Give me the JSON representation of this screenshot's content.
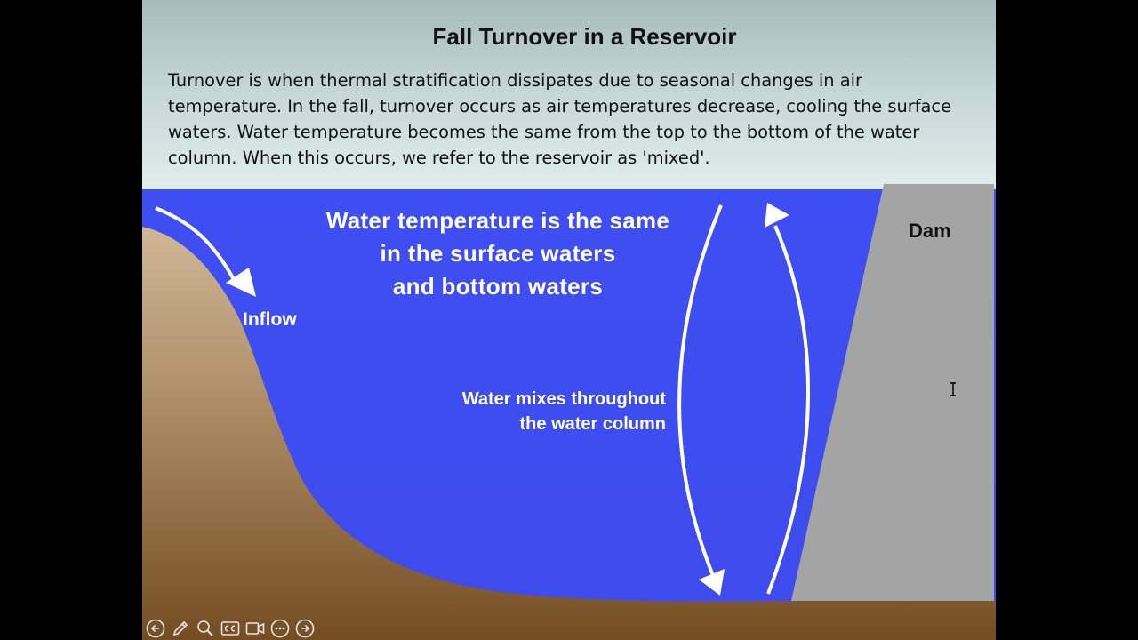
{
  "slide": {
    "title": "Fall Turnover in a Reservoir",
    "intro": "Turnover is when thermal stratification dissipates due to seasonal changes in air temperature. In the fall, turnover occurs as air temperatures decrease, cooling the surface waters. Water temperature becomes the same from the top to the bottom of the water column. When this occurs, we refer to the reservoir as 'mixed'.",
    "diagram": {
      "main_message_lines": [
        "Water temperature is the same",
        "in the surface waters",
        "and bottom waters"
      ],
      "inflow_label": "Inflow",
      "mix_label_lines": [
        "Water mixes throughout",
        "the water column"
      ],
      "dam_label": "Dam"
    }
  },
  "toolbar": {
    "buttons": [
      {
        "icon": "arrow-left-icon",
        "label": "Previous"
      },
      {
        "icon": "pen-icon",
        "label": "Pen"
      },
      {
        "icon": "zoom-icon",
        "label": "Zoom"
      },
      {
        "icon": "cc-icon",
        "label": "CC"
      },
      {
        "icon": "video-icon",
        "label": "Camera"
      },
      {
        "icon": "more-icon",
        "label": "More"
      },
      {
        "icon": "arrow-right-icon",
        "label": "Next"
      }
    ]
  },
  "colors": {
    "water": "#3f4ef2",
    "dam": "#a4a4a4",
    "soil_top": "#c9b092",
    "soil_bottom": "#7d5628",
    "header_top": "#a5bcbb",
    "header_bottom": "#e1eded"
  }
}
